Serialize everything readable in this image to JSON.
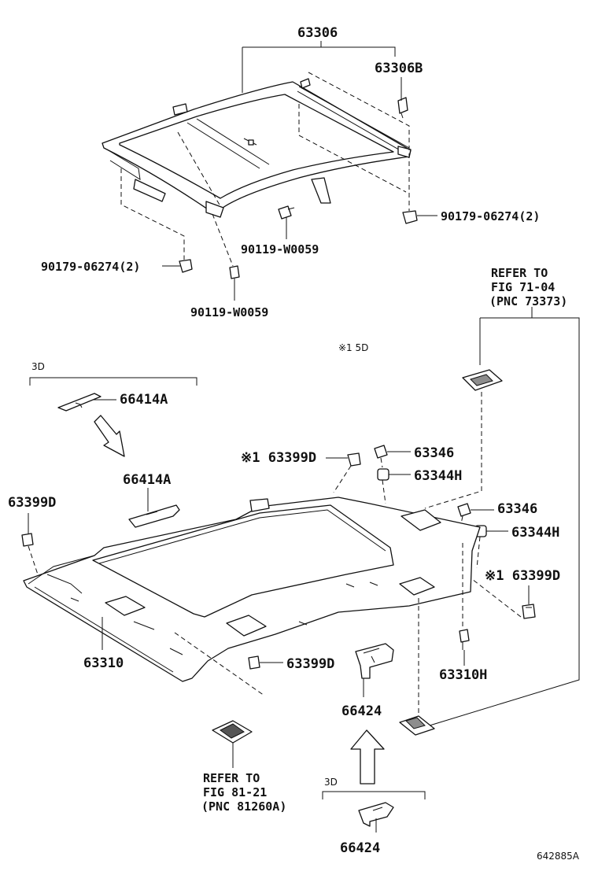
{
  "figure_code": "642885A",
  "variant_note": "※1 5D",
  "callouts": {
    "frame": "63306",
    "frame_clip": "63306B",
    "frame_nut_right": "90179-06274(2)",
    "frame_bolt_center": "90119-W0059",
    "frame_nut_left": "90179-06274(2)",
    "frame_bolt_lower": "90119-W0059",
    "refer_right": [
      "REFER TO",
      "FIG 71-04",
      "(PNC 73373)"
    ],
    "group_3d_top": "3D",
    "trim_3d": "66414A",
    "trim_main": "66414A",
    "clip_a": "※1 63399D",
    "clip_left": "63399D",
    "holder_1": "63346",
    "holder_cover_1": "63344H",
    "holder_2": "63346",
    "holder_cover_2": "63344H",
    "clip_right": "※1 63399D",
    "headliner": "63310",
    "clip_bottom": "63399D",
    "screw": "63310H",
    "bracket": "66424",
    "refer_bottom": [
      "REFER TO",
      "FIG 81-21",
      "(PNC 81260A)"
    ],
    "group_3d_bottom": "3D",
    "bracket_3d": "66424"
  }
}
